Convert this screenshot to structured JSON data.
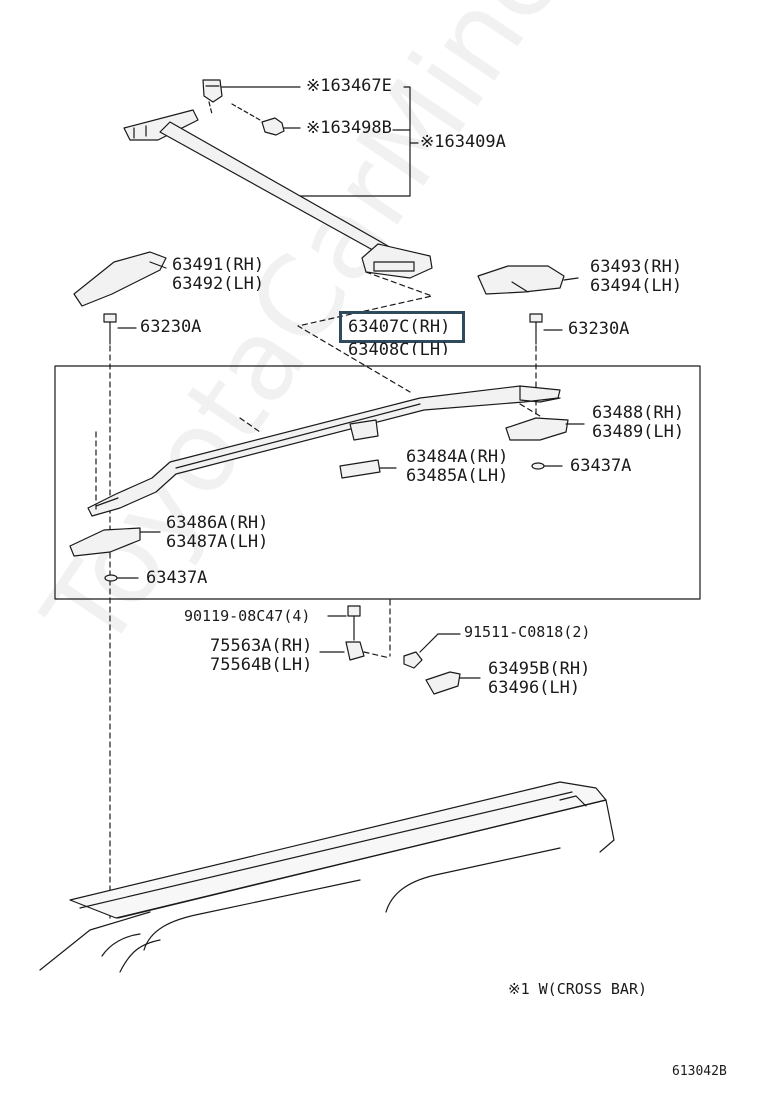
{
  "parts": {
    "p163467E": "※163467E",
    "p163498B": "※163498B",
    "p163409A": "※163409A",
    "p63491": "63491(RH)",
    "p63492": "63492(LH)",
    "p63493": "63493(RH)",
    "p63494": "63494(LH)",
    "p63230A_left": "63230A",
    "p63230A_right": "63230A",
    "p63407C": "63407C(RH)",
    "p63408C": "63408C(LH)",
    "p63488": "63488(RH)",
    "p63489": "63489(LH)",
    "p63484A": "63484A(RH)",
    "p63485A": "63485A(LH)",
    "p63437A_right": "63437A",
    "p63486A": "63486A(RH)",
    "p63487A": "63487A(LH)",
    "p63437A_left": "63437A",
    "p90119": "90119-08C47(4)",
    "p91511": "91511-C0818(2)",
    "p75563A": "75563A(RH)",
    "p75564B": "75564B(LH)",
    "p63495B": "63495B(RH)",
    "p63496": "63496(LH)"
  },
  "note": "※1 W(CROSS BAR)",
  "diagram_code": "613042B",
  "watermark": "ToyotaCarMine.ru",
  "colors": {
    "line": "#1a1a1a",
    "highlight": "#2e4a5c",
    "part_fill": "#f2f2f2"
  }
}
